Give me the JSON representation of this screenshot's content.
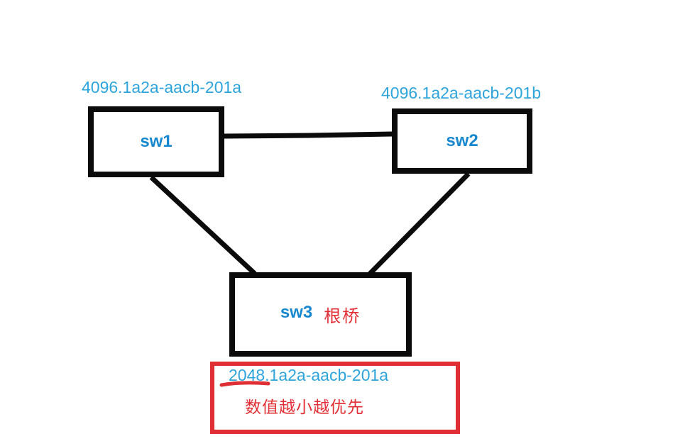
{
  "colors": {
    "ink_black": "#0b0b0b",
    "ink_blue_bold": "#1788cf",
    "ink_cyan": "#2ea4dc",
    "ink_red": "#e22f36",
    "background": "#ffffff"
  },
  "diagram": {
    "nodes": [
      {
        "name": "sw1",
        "bridge_id": "4096.1a2a-aacb-201a"
      },
      {
        "name": "sw2",
        "bridge_id": "4096.1a2a-aacb-201b"
      },
      {
        "name": "sw3",
        "annotation": "根桥"
      }
    ],
    "links": [
      {
        "from": "sw1",
        "to": "sw2"
      },
      {
        "from": "sw1",
        "to": "sw3"
      },
      {
        "from": "sw2",
        "to": "sw3"
      }
    ],
    "note": {
      "bridge_id": "2048.1a2a-aacb-201a",
      "underlined_part": "2048",
      "text": "数值越小越优先"
    }
  }
}
